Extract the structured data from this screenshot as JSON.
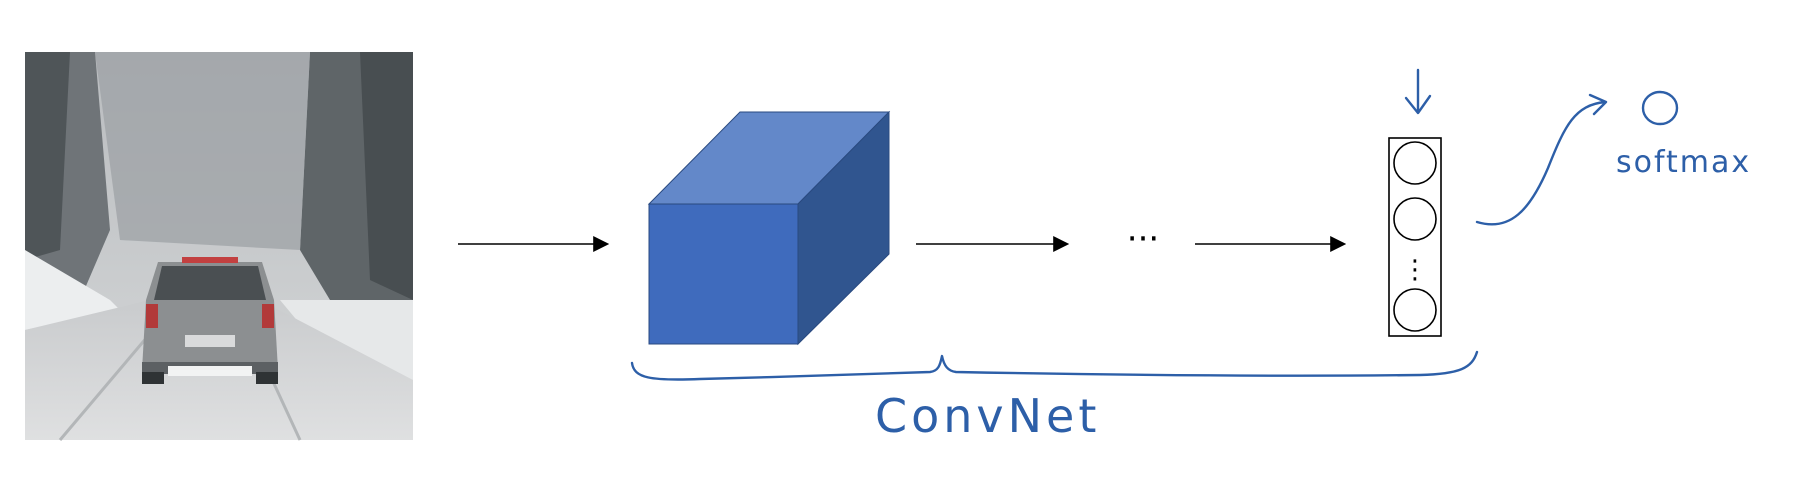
{
  "photo": {
    "description_icon": "snowy-road-car-photo"
  },
  "network": {
    "continuation": "···",
    "vertical_ellipsis": "⋮",
    "output_label": "softmax",
    "brace_label": "ConvNet"
  },
  "colors": {
    "cube_front": "#3f6bbd",
    "cube_top": "#6388c9",
    "cube_side": "#30558f",
    "ink": "#2d5fa8",
    "arrow": "#000000"
  }
}
